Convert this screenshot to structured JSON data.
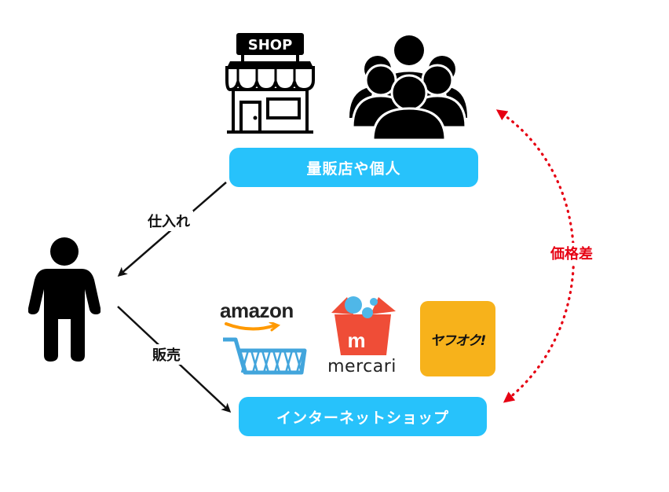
{
  "top": {
    "shop_sign": "SHOP",
    "label": "量販店や個人",
    "icons": [
      "shop-icon",
      "crowd-icon"
    ]
  },
  "bottom": {
    "label": "インターネットショップ",
    "logos": {
      "amazon": "amazon",
      "mercari": "mercari",
      "mercari_box_letter": "m",
      "yahuoku": "ヤフオク!"
    }
  },
  "person_icon": "person-icon",
  "edges": {
    "purchase": "仕入れ",
    "sell": "販売",
    "price_gap": "価格差"
  },
  "colors": {
    "pill": "#27c2fb",
    "price_gap": "#e60012",
    "amazon_orange": "#ff9900",
    "amazon_cart": "#42a5dc",
    "mercari_red": "#ef4d37",
    "yahuoku_bg": "#f7b21b"
  }
}
